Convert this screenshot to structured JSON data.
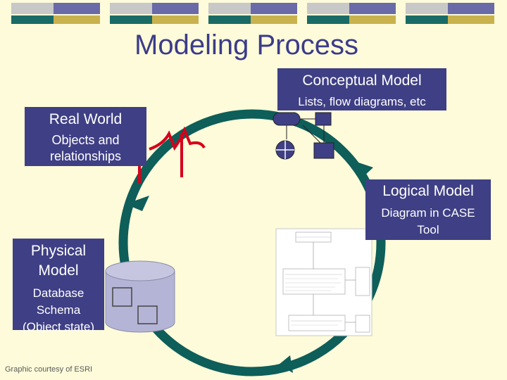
{
  "title": "Modeling Process",
  "stages": {
    "conceptual": {
      "heading": "Conceptual Model",
      "detail": "Lists, flow diagrams, etc"
    },
    "real_world": {
      "heading": "Real World",
      "detail_line1": "Objects and",
      "detail_line2": "relationships"
    },
    "logical": {
      "heading": "Logical Model",
      "detail_line1": "Diagram in CASE",
      "detail_line2": "Tool"
    },
    "physical": {
      "heading_line1": "Physical",
      "heading_line2": "Model",
      "detail_line1": "Database",
      "detail_line2": "Schema",
      "detail_line3": "(Object state)"
    }
  },
  "credit": "Graphic courtesy of ESRI",
  "colors": {
    "background": "#fdfbd9",
    "box_fill": "#3f3f85",
    "title": "#3b3b8a",
    "cycle_arrow": "#0e5e5a",
    "band_gray": "#c8c8c8",
    "band_purple": "#6a6aa8",
    "band_green": "#1a6b66",
    "band_gold": "#c9b24e",
    "road_sign": "#d6001a"
  }
}
